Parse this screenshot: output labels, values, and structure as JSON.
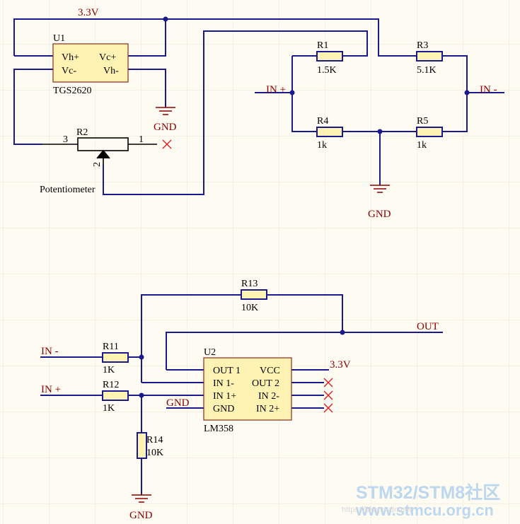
{
  "nets": {
    "vcc_top": "3.3V",
    "vcc_u2": "3.3V",
    "gnd_u1": "GND",
    "gnd_bridge": "GND",
    "gnd_r14": "GND",
    "gnd_u2": "GND",
    "in_plus_bridge": "IN +",
    "in_minus_bridge": "IN -",
    "in_minus_amp": "IN -",
    "in_plus_amp": "IN +",
    "out": "OUT"
  },
  "u1": {
    "designator": "U1",
    "part": "TGS2620",
    "pins": [
      "Vh+",
      "Vc+",
      "Vc-",
      "Vh-"
    ]
  },
  "r2": {
    "designator": "R2",
    "description": "Potentiometer",
    "pin1": "1",
    "pin2": "2",
    "pin3": "3"
  },
  "resistors": {
    "r1": {
      "designator": "R1",
      "value": "1.5K"
    },
    "r3": {
      "designator": "R3",
      "value": "5.1K"
    },
    "r4": {
      "designator": "R4",
      "value": "1k"
    },
    "r5": {
      "designator": "R5",
      "value": "1k"
    },
    "r11": {
      "designator": "R11",
      "value": "1K"
    },
    "r12": {
      "designator": "R12",
      "value": "1K"
    },
    "r13": {
      "designator": "R13",
      "value": "10K"
    },
    "r14": {
      "designator": "R14",
      "value": "10K"
    }
  },
  "u2": {
    "designator": "U2",
    "part": "LM358",
    "left_pins": [
      "OUT 1",
      "IN 1-",
      "IN 1+",
      "GND"
    ],
    "right_pins": [
      "VCC",
      "OUT 2",
      "IN 2-",
      "IN 2+"
    ]
  },
  "watermark": {
    "line1": "STM32/STM8社区",
    "line2": "www.stmcu.org.cn",
    "faint": "https://blog.csdn.net"
  },
  "colors": {
    "background": "#fefbf2",
    "wire": "#1a1a8c",
    "component_fill": "#fff3b3",
    "net_label": "#8a0000",
    "no_connect": "#e21818"
  }
}
